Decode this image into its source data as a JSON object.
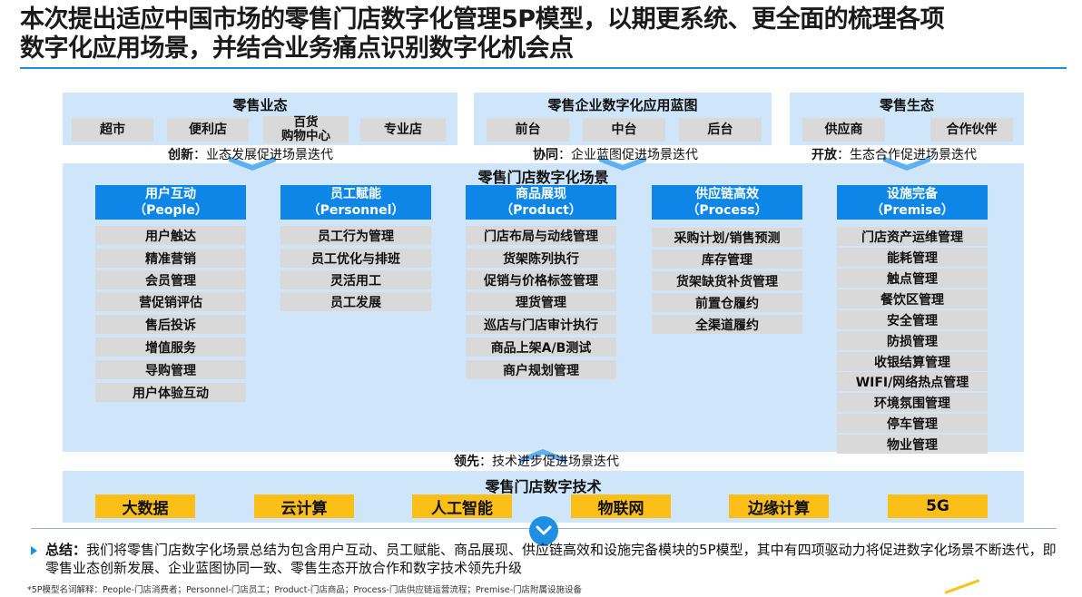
{
  "title": {
    "line1": "本次提出适应中国市场的零售门店数字化管理5P模型，以期更系统、更全面的梳理各项",
    "line2": "数字化应用场景，并结合业务痛点识别数字化机会点"
  },
  "top_sections": [
    {
      "title": "零售业态",
      "items": [
        "超市",
        "便利店",
        "百货\n购物中心",
        "专业店"
      ],
      "note_bold": "创新",
      "note_text": "：业态发展促进场景迭代"
    },
    {
      "title": "零售企业数字化应用蓝图",
      "items": [
        "前台",
        "中台",
        "后台"
      ],
      "note_bold": "协同",
      "note_text": "：企业蓝图促进场景迭代"
    },
    {
      "title": "零售生态",
      "items": [
        "供应商",
        "合作伙伴"
      ],
      "note_bold": "开放",
      "note_text": "：生态合作促进场景迭代"
    }
  ],
  "main": {
    "title": "零售门店数字化场景",
    "columns": [
      {
        "head": "用户互动",
        "sub": "（People）",
        "items": [
          "用户触达",
          "精准营销",
          "会员管理",
          "营促销评估",
          "售后投诉",
          "增值服务",
          "导购管理",
          "用户体验互动"
        ]
      },
      {
        "head": "员工赋能",
        "sub": "（Personnel）",
        "items": [
          "员工行为管理",
          "员工优化与排班",
          "灵活用工",
          "员工发展"
        ]
      },
      {
        "head": "商品展现",
        "sub": "（Product）",
        "items": [
          "门店布局与动线管理",
          "货架陈列执行",
          "促销与价格标签管理",
          "理货管理",
          "巡店与门店审计执行",
          "商品上架A/B测试",
          "商户规划管理"
        ]
      },
      {
        "head": "供应链高效",
        "sub": "（Process）",
        "items": [
          "采购计划/销售预测",
          "库存管理",
          "货架缺货补货管理",
          "前置仓履约",
          "全渠道履约"
        ]
      },
      {
        "head": "设施完备",
        "sub": "（Premise）",
        "items": [
          "门店资产运维管理",
          "能耗管理",
          "触点管理",
          "餐饮区管理",
          "安全管理",
          "防损管理",
          "收银结算管理",
          "WIFI/网络热点管理",
          "环境氛围管理",
          "停车管理",
          "物业管理"
        ]
      }
    ]
  },
  "lead_note": {
    "bold": "领先",
    "text": "：技术进步促进场景迭代"
  },
  "tech": {
    "title": "零售门店数字技术",
    "items": [
      "大数据",
      "云计算",
      "人工智能",
      "物联网",
      "边缘计算",
      "5G"
    ]
  },
  "summary": {
    "bold": "总结：",
    "text": "我们将零售门店数字化场景总结为包含用户互动、员工赋能、商品展现、供应链高效和设施完备模块的5P模型，其中有四项驱动力将促进数字化场景不断迭代，即零售业态创新发展、企业蓝图协同一致、零售生态开放合作和数字技术领先升级"
  },
  "footnote": "*5P模型名词解释：People-门店消费者；Personnel-门店员工；Product-门店商品；Process-门店供应链运营流程；Premise-门店附属设施设备",
  "colors": {
    "accent_blue": "#0e86e8",
    "light_blue": "#cfe6fa",
    "grey_box": "#d9d9d9",
    "tech_yellow": "#fbbf17"
  },
  "icons": [
    "chevron-down-icon",
    "triangle-bullet-icon"
  ]
}
